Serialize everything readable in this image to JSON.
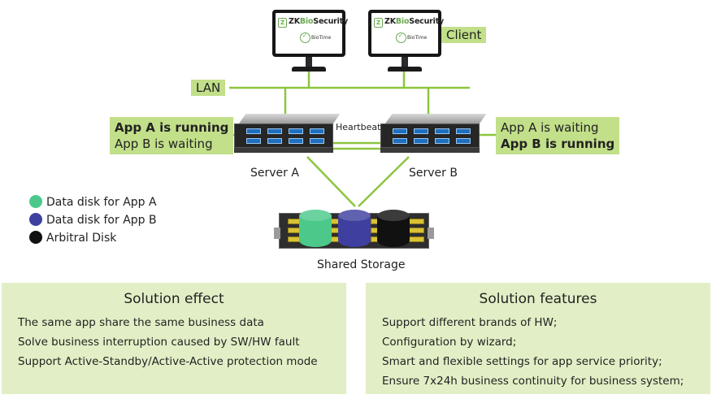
{
  "clients": [
    {
      "brand": "ZKBioSecurity",
      "sub": "BioTime"
    },
    {
      "brand": "ZKBioSecurity",
      "sub": "BioTime"
    }
  ],
  "labels": {
    "client": "Client",
    "lan": "LAN",
    "heartbeat": "Heartbeat",
    "server_a": "Server A",
    "server_b": "Server B",
    "shared_storage": "Shared Storage"
  },
  "server_a_status": [
    "App A is running",
    "App B is waiting"
  ],
  "server_b_status": [
    "App A is waiting",
    "App B is running"
  ],
  "legend": [
    {
      "label": "Data disk for App A",
      "color": "#4cc98a"
    },
    {
      "label": "Data disk for App B",
      "color": "#3e3f9e"
    },
    {
      "label": "Arbitral Disk",
      "color": "#111111"
    }
  ],
  "colors": {
    "accent_green": "#c2df89",
    "panel_green": "#e2efc6",
    "line_green": "#8cc63f"
  },
  "solution_effect": {
    "title": "Solution effect",
    "items": [
      "The same app share the same business data",
      "Solve business interruption caused by SW/HW fault",
      "Support Active-Standby/Active-Active protection mode"
    ]
  },
  "solution_features": {
    "title": "Solution features",
    "items": [
      "Support different brands of HW;",
      "Configuration by wizard;",
      "Smart and flexible settings for app service priority;",
      "Ensure 7x24h business continuity for business system;"
    ]
  }
}
